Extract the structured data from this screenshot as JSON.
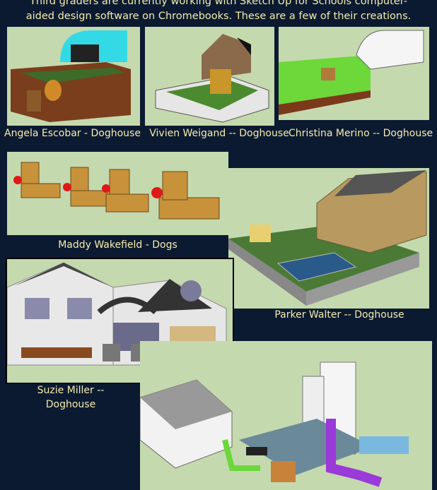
{
  "intro": {
    "line1": "Third graders are currently working with Sketch Up for Schools computer-",
    "line2": "aided design software on Chromebooks. These are a few of their creations."
  },
  "creations": [
    {
      "caption": "Angela Escobar - Doghouse"
    },
    {
      "caption": "Vivien Weigand -- Doghouse"
    },
    {
      "caption": "Christina Merino -- Doghouse"
    },
    {
      "caption": "Maddy Wakefield - Dogs"
    },
    {
      "caption": "Parker Walter -- Doghouse"
    },
    {
      "caption_line1": "Suzie Miller --",
      "caption_line2": "Doghouse"
    },
    {
      "caption": ""
    }
  ],
  "colors": {
    "background": "#0c1a31",
    "text": "#f3edae",
    "render_bg": "#c5d9ae"
  }
}
